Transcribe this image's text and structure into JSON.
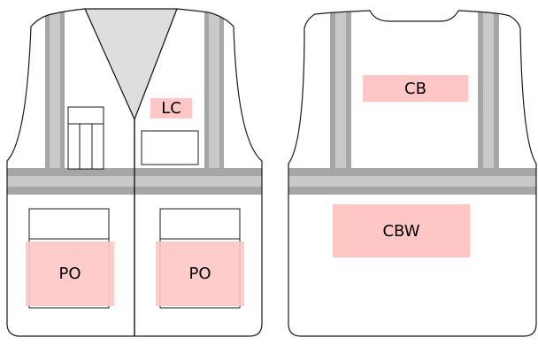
{
  "colors": {
    "vest_fill": "#ffffff",
    "outline": "#1a1a1a",
    "reflective_stripe": "#a6a6a6",
    "collar_fill": "#dedede",
    "zone_fill": "#ffc6c6"
  },
  "front_vest": {
    "left_chest_label": "LC",
    "pocket_left_label": "PO",
    "pocket_right_label": "PO"
  },
  "back_vest": {
    "center_back_label": "CB",
    "center_back_wide_label": "CBW"
  }
}
